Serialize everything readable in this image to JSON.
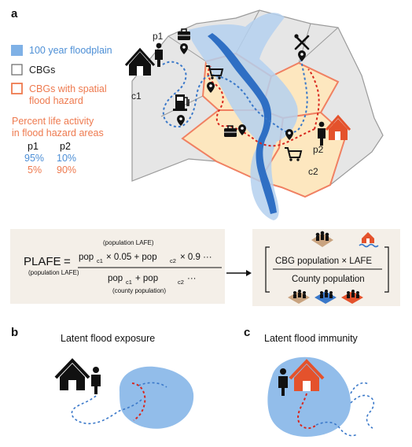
{
  "panels": {
    "a": "a",
    "b": "b",
    "c": "c"
  },
  "legend": {
    "floodplain": "100 year floodplain",
    "cbgs": "CBGs",
    "hazard_line1": "CBGs with spatial",
    "hazard_line2": "flood hazard"
  },
  "activity": {
    "title_line1": "Percent life activity",
    "title_line2": "in flood hazard areas",
    "col1": "p1",
    "col2": "p2",
    "row1": [
      "95%",
      "10%"
    ],
    "row2": [
      "5%",
      "90%"
    ]
  },
  "map_labels": {
    "p1": "p1",
    "p2": "p2",
    "c1": "c1",
    "c2": "c2"
  },
  "equation": {
    "lhs": "PLAFE",
    "lhs_sub": "(population LAFE)",
    "equals": "=",
    "numerator_note": "(population LAFE)",
    "numerator": "pop",
    "c1": "c1",
    "c2": "c2",
    "times_005": "× 0.05 + pop",
    "times_09": "× 0.9 ···",
    "denominator": "pop",
    "denominator_mid": "+ pop",
    "denominator_end": "···",
    "denominator_note": "(county population)"
  },
  "county": {
    "numerator": "CBG population × LAFE",
    "denominator": "County population"
  },
  "captions": {
    "b": "Latent flood exposure",
    "c": "Latent flood immunity"
  },
  "colors": {
    "flood_blue": "#7fb1e6",
    "flood_blue_light": "#b4d0ef",
    "river_blue": "#2f6fc4",
    "hazard_orange": "#f08062",
    "hazard_fill": "#fde7bf",
    "cbg_gray": "#e6e6e6",
    "cbg_stroke": "#9a9a9a",
    "red_path": "#d8261d",
    "blue_path": "#3a78c9",
    "panel_bg": "#f4efe8",
    "home_red": "#e4522c",
    "text_blue": "#4d8fd6",
    "text_orange": "#ee7a4f"
  }
}
